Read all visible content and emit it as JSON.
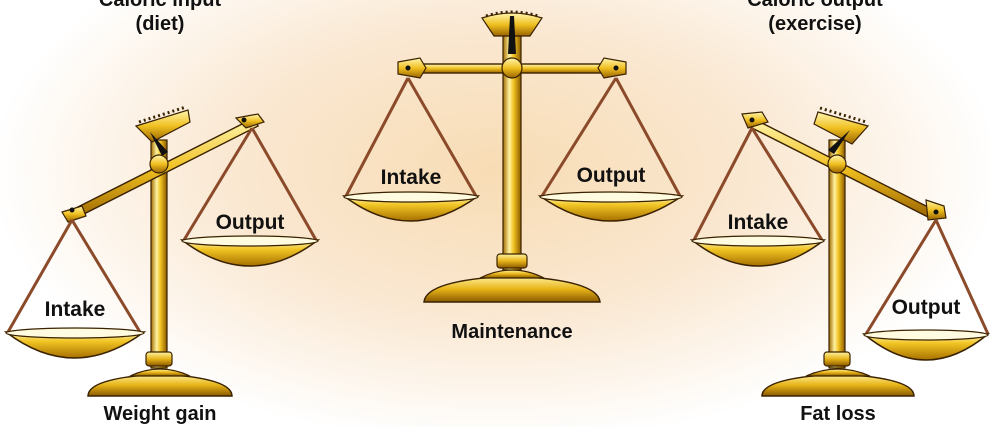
{
  "header": {
    "left_line1": "Caloric input",
    "left_line2": "(diet)",
    "right_line1": "Caloric output",
    "right_line2": "(exercise)"
  },
  "scales": [
    {
      "caption": "Weight gain",
      "intake_label": "Intake",
      "output_label": "Output",
      "tilt": "intake-heavier"
    },
    {
      "caption": "Maintenance",
      "intake_label": "Intake",
      "output_label": "Output",
      "tilt": "balanced"
    },
    {
      "caption": "Fat loss",
      "intake_label": "Intake",
      "output_label": "Output",
      "tilt": "output-heavier"
    }
  ],
  "colors": {
    "gold_light": "#fff3a0",
    "gold": "#f0c020",
    "gold_dark": "#a06a00",
    "chain": "#8b4a2a",
    "outline": "#3a2200"
  }
}
